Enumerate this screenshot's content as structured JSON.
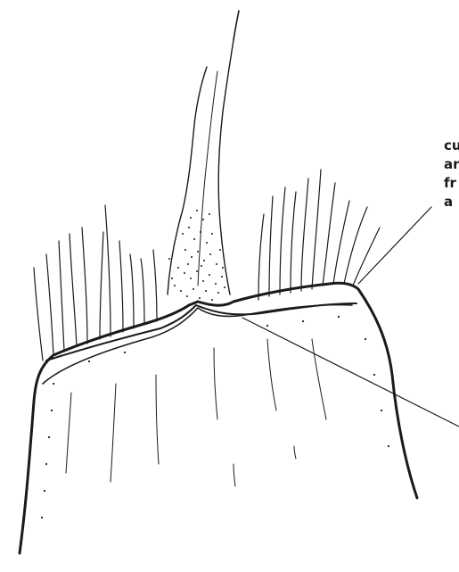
{
  "labels": {
    "upper_callout": [
      "cu",
      "ar",
      "fr",
      "a"
    ]
  },
  "colors": {
    "ink": "#1a1a1a",
    "paper": "#ffffff"
  }
}
